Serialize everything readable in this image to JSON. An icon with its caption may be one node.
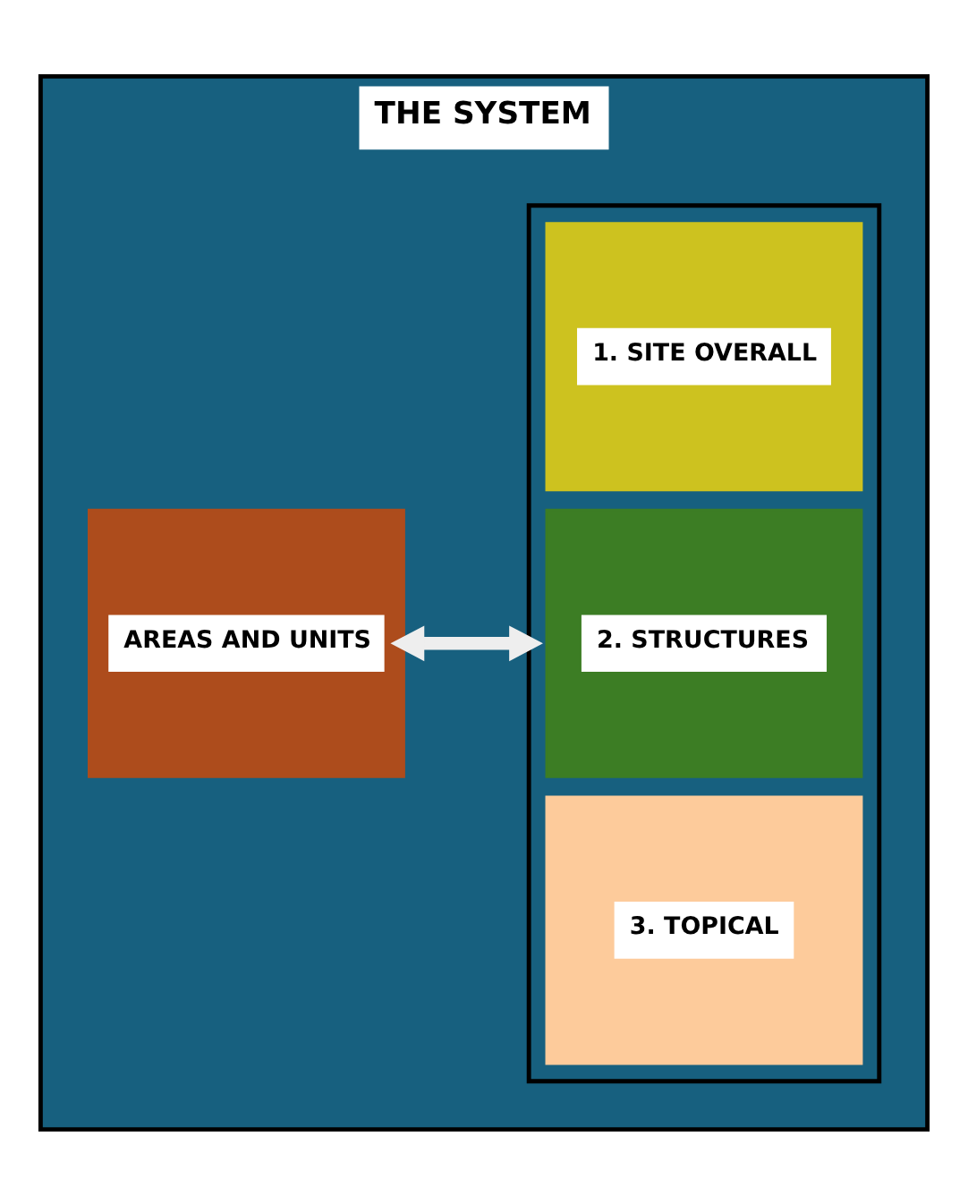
{
  "diagram": {
    "nodes": [
      {
        "text": [
          "THE SYSTEM"
        ]
      },
      {
        "text": [
          "AREAS AND UNITS"
        ],
        "in": 0
      },
      {
        "text": [],
        "shape": "box",
        "in": 0
      },
      {
        "text": [
          "1. SITE OVERALL"
        ],
        "in": 2
      },
      {
        "text": [
          "2. STRUCTURES"
        ],
        "in": 2
      },
      {
        "text": [
          "3. TOPICAL"
        ],
        "in": 2
      }
    ],
    "edges": [
      {
        "from": 1,
        "to": 2,
        "arrow": "both"
      }
    ]
  }
}
